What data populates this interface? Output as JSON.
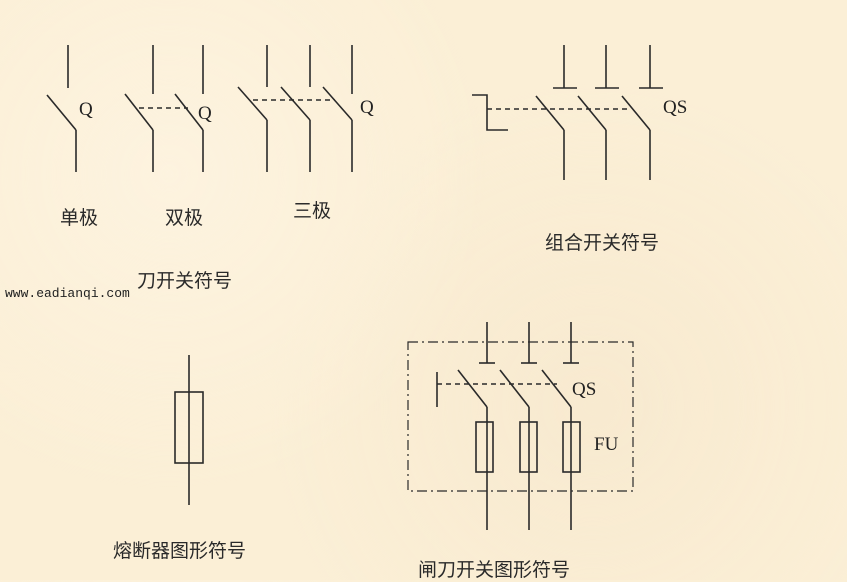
{
  "knife_switch": {
    "single": "单极",
    "double": "双极",
    "triple": "三极",
    "title": "刀开关符号",
    "tag": "Q"
  },
  "watermark": "www.eadianqi.com",
  "combo_switch": {
    "title": "组合开关符号",
    "tag": "QS"
  },
  "fuse": {
    "title": "熔断器图形符号"
  },
  "breaker": {
    "title": "闸刀开关图形符号",
    "switch_tag": "QS",
    "fuse_tag": "FU"
  }
}
